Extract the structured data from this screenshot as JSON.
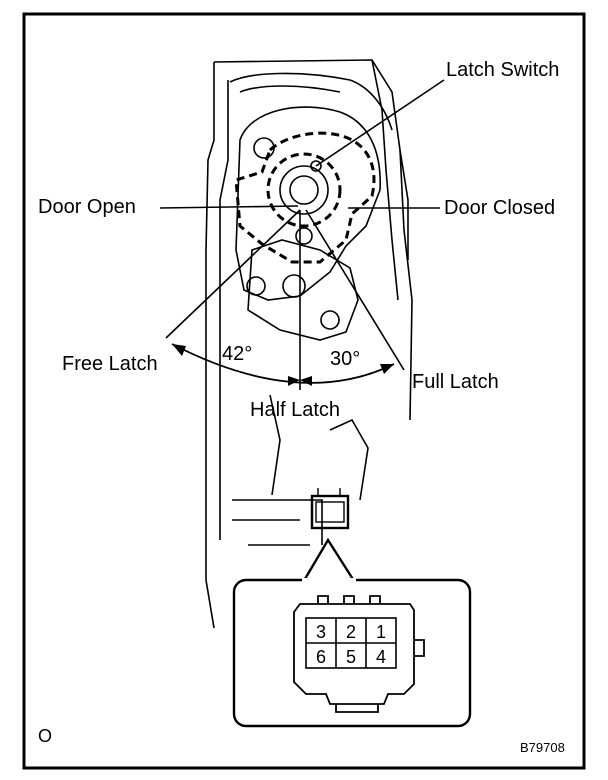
{
  "labels": {
    "latch_switch": "Latch Switch",
    "door_open": "Door Open",
    "door_closed": "Door Closed",
    "free_latch": "Free Latch",
    "half_latch": "Half Latch",
    "full_latch": "Full Latch",
    "angle_left": "42°",
    "angle_right": "30°"
  },
  "connector": {
    "pins_top": [
      "3",
      "2",
      "1"
    ],
    "pins_bottom": [
      "6",
      "5",
      "4"
    ]
  },
  "footer": {
    "corner_mark": "O",
    "figure_code": "B79708"
  }
}
